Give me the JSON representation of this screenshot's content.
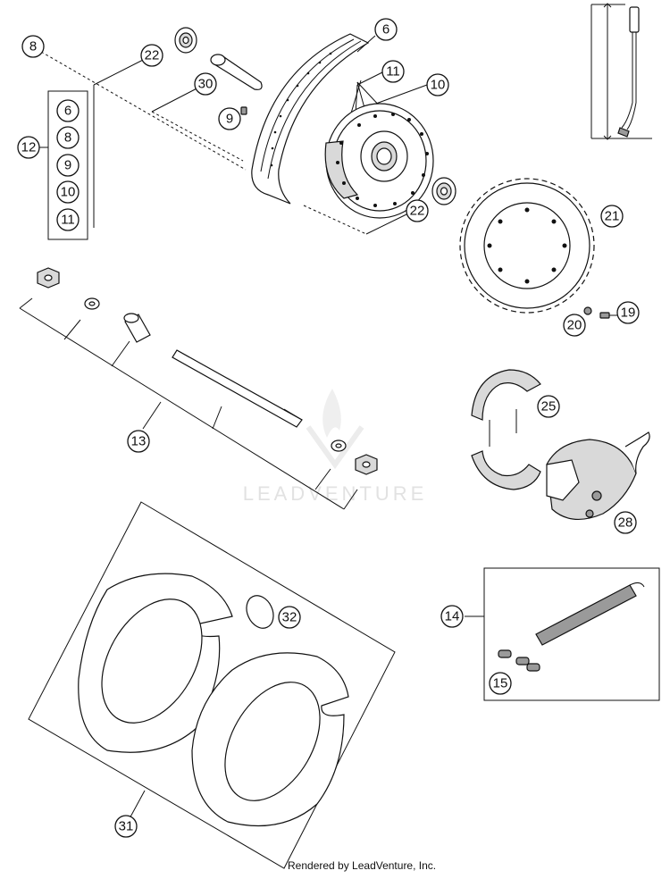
{
  "callouts": {
    "c6a": "6",
    "c8a": "8",
    "c22a": "22",
    "c30": "30",
    "c11a": "11",
    "c10a": "10",
    "c9a": "9",
    "c22b": "22",
    "c12": "12",
    "g6": "6",
    "g8": "8",
    "g9": "9",
    "g10": "10",
    "g11": "11",
    "c21": "21",
    "c20": "20",
    "c19": "19",
    "c25": "25",
    "c28": "28",
    "c13": "13",
    "c32": "32",
    "c14": "14",
    "c15": "15",
    "c31": "31"
  },
  "watermark": "LEADVENTURE",
  "credit": "Rendered by LeadVenture, Inc."
}
